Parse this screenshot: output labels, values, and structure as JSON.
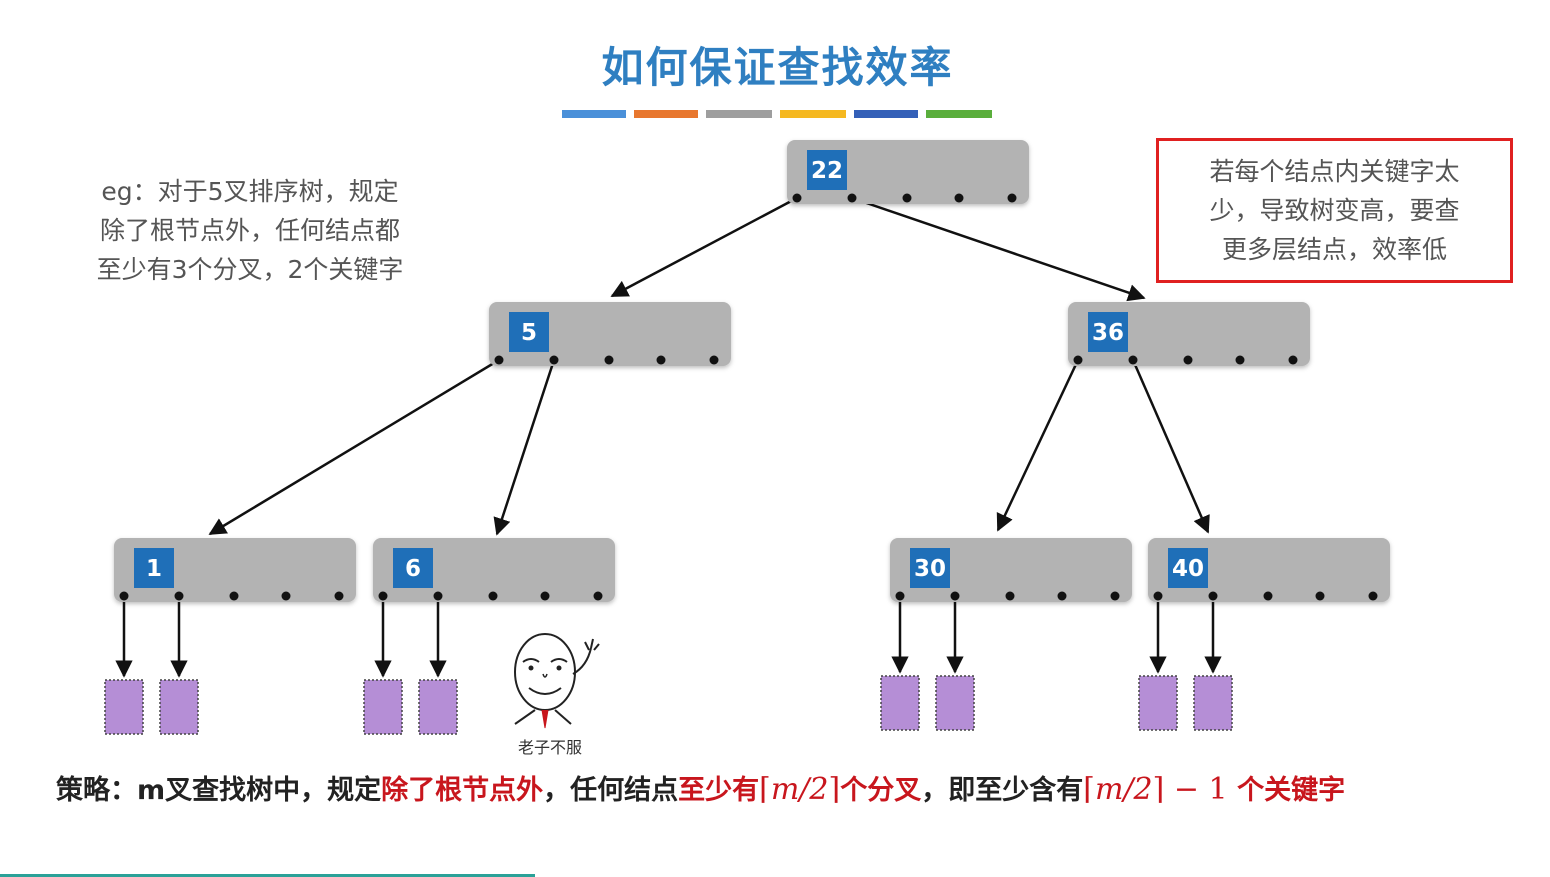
{
  "title": "如何保证查找效率",
  "color_bar": [
    "#4a90d9",
    "#e8772e",
    "#9e9e9e",
    "#f5b820",
    "#3460b8",
    "#5aae3c"
  ],
  "example": {
    "lines": [
      "eg：对于5叉排序树，规定",
      "除了根节点外，任何结点都",
      "至少有3个分叉，2个关键字"
    ]
  },
  "note": {
    "lines": [
      "若每个结点内关键字太",
      "少，导致树变高，要查",
      "更多层结点，效率低"
    ],
    "border_color": "#e02020"
  },
  "tree": {
    "nodes": [
      {
        "id": "root",
        "key": "22"
      },
      {
        "id": "l",
        "key": "5"
      },
      {
        "id": "r",
        "key": "36"
      },
      {
        "id": "ll",
        "key": "1"
      },
      {
        "id": "lr",
        "key": "6"
      },
      {
        "id": "rl",
        "key": "30"
      },
      {
        "id": "rr",
        "key": "40"
      }
    ],
    "edges": [
      [
        "root",
        "l"
      ],
      [
        "root",
        "r"
      ],
      [
        "l",
        "ll"
      ],
      [
        "l",
        "lr"
      ],
      [
        "r",
        "rl"
      ],
      [
        "r",
        "rr"
      ]
    ],
    "node_color": "#b3b3b3",
    "key_color": "#1f6fb8",
    "leaf_color": "#b58ed6"
  },
  "meme": {
    "caption": "老子不服",
    "icon": "meme-face-icon"
  },
  "strategy": {
    "prefix": "策略：m叉查找树中，规定",
    "red1": "除了根节点外",
    "mid1": "，任何结点",
    "red2": "至少有",
    "formula1": "m/2",
    "mid2": "个分叉",
    "mid3": "，即至少含有",
    "formula2": "m/2",
    "minus": " − 1 ",
    "suffix": "个关键字"
  }
}
